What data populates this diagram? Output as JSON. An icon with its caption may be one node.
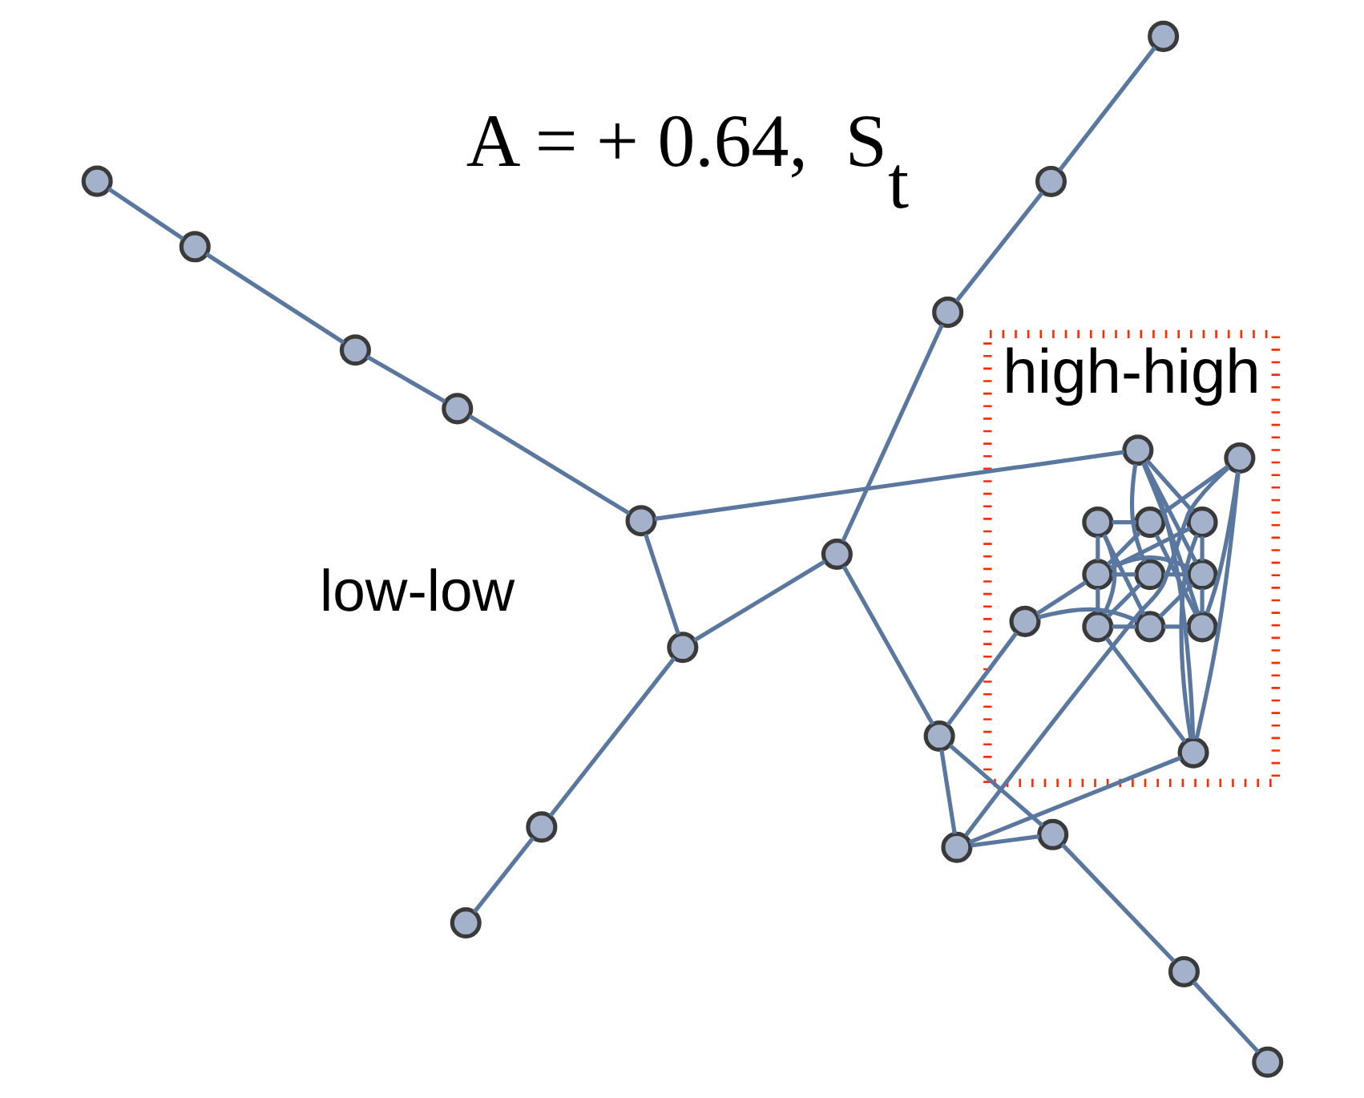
{
  "diagram": {
    "nodes": [
      {
        "text": [
          "high-high"
        ]
      },
      {
        "text": [],
        "shape": "circle",
        "in": 0
      },
      {
        "text": [],
        "shape": "circle",
        "in": 0
      },
      {
        "text": [],
        "shape": "circle",
        "in": 0
      },
      {
        "text": [],
        "shape": "circle",
        "in": 0
      },
      {
        "text": [],
        "shape": "circle",
        "in": 0
      },
      {
        "text": [],
        "shape": "circle",
        "in": 0
      },
      {
        "text": [],
        "shape": "circle",
        "in": 0
      },
      {
        "text": [],
        "shape": "circle",
        "in": 0
      },
      {
        "text": [],
        "shape": "circle",
        "in": 0
      },
      {
        "text": [],
        "shape": "circle",
        "in": 0
      },
      {
        "text": [],
        "shape": "circle",
        "in": 0
      },
      {
        "text": [],
        "shape": "circle",
        "in": 0
      },
      {
        "text": [],
        "shape": "circle",
        "in": 0
      },
      {
        "text": [],
        "shape": "circle"
      },
      {
        "text": [],
        "shape": "circle"
      },
      {
        "text": [],
        "shape": "circle"
      },
      {
        "text": [],
        "shape": "circle"
      },
      {
        "text": [],
        "shape": "circle"
      },
      {
        "text": [],
        "shape": "circle"
      },
      {
        "text": [],
        "shape": "circle"
      },
      {
        "text": [],
        "shape": "circle"
      },
      {
        "text": [],
        "shape": "circle"
      },
      {
        "text": [],
        "shape": "circle"
      },
      {
        "text": [],
        "shape": "circle"
      },
      {
        "text": [],
        "shape": "circle"
      },
      {
        "text": [],
        "shape": "circle"
      },
      {
        "text": [],
        "shape": "circle"
      },
      {
        "text": [],
        "shape": "circle"
      },
      {
        "text": [],
        "shape": "circle"
      },
      {
        "text": [],
        "shape": "circle"
      }
    ],
    "edges": [
      {
        "from": 1,
        "to": 2,
        "arrow": "none"
      },
      {
        "from": 1,
        "to": 3,
        "arrow": "none"
      },
      {
        "from": 1,
        "to": 10,
        "arrow": "none"
      },
      {
        "from": 1,
        "to": 7,
        "arrow": "none"
      },
      {
        "from": 2,
        "to": 3,
        "arrow": "none"
      },
      {
        "from": 2,
        "to": 4,
        "arrow": "none"
      },
      {
        "from": 3,
        "to": 4,
        "arrow": "none"
      },
      {
        "from": 3,
        "to": 5,
        "arrow": "none"
      },
      {
        "from": 3,
        "to": 8,
        "arrow": "none"
      },
      {
        "from": 3,
        "to": 11,
        "arrow": "none"
      },
      {
        "from": 3,
        "to": 9,
        "arrow": "none"
      },
      {
        "from": 4,
        "to": 5,
        "arrow": "none"
      },
      {
        "from": 6,
        "to": 4,
        "arrow": "none"
      },
      {
        "from": 6,
        "to": 7,
        "arrow": "none"
      },
      {
        "from": 6,
        "to": 8,
        "arrow": "none"
      },
      {
        "from": 6,
        "to": 11,
        "arrow": "none"
      },
      {
        "from": 7,
        "to": 8,
        "arrow": "none"
      },
      {
        "from": 7,
        "to": 10,
        "arrow": "none"
      },
      {
        "from": 7,
        "to": 12,
        "arrow": "none"
      },
      {
        "from": 10,
        "to": 13,
        "arrow": "none"
      },
      {
        "from": 8,
        "to": 12,
        "arrow": "none"
      },
      {
        "from": 9,
        "to": 12,
        "arrow": "none"
      },
      {
        "from": 5,
        "to": 12,
        "arrow": "none"
      },
      {
        "from": 5,
        "to": 8,
        "arrow": "none"
      },
      {
        "from": 13,
        "to": 12,
        "arrow": "none"
      },
      {
        "from": 13,
        "to": 9,
        "arrow": "none"
      },
      {
        "from": 4,
        "to": 13,
        "arrow": "none"
      },
      {
        "from": 8,
        "to": 9,
        "arrow": "none"
      },
      {
        "from": 2,
        "to": 6,
        "arrow": "none"
      },
      {
        "from": 14,
        "to": 10,
        "arrow": "none"
      },
      {
        "from": 14,
        "to": 13,
        "arrow": "none"
      },
      {
        "from": 14,
        "to": 16,
        "arrow": "none"
      },
      {
        "from": 14,
        "to": 15,
        "arrow": "none"
      },
      {
        "from": 16,
        "to": 15,
        "arrow": "none"
      },
      {
        "from": 16,
        "to": 17,
        "arrow": "none"
      },
      {
        "from": 17,
        "to": 18,
        "arrow": "none"
      },
      {
        "from": 11,
        "to": 15,
        "arrow": "none"
      },
      {
        "from": 15,
        "to": 19,
        "arrow": "none"
      },
      {
        "from": 19,
        "to": 20,
        "arrow": "none"
      },
      {
        "from": 20,
        "to": 21,
        "arrow": "none"
      },
      {
        "from": 21,
        "to": 22,
        "arrow": "none"
      },
      {
        "from": 19,
        "to": 23,
        "arrow": "none"
      },
      {
        "from": 23,
        "to": 24,
        "arrow": "none"
      },
      {
        "from": 24,
        "to": 25,
        "arrow": "none"
      },
      {
        "from": 12,
        "to": 26,
        "arrow": "none"
      },
      {
        "from": 26,
        "to": 20,
        "arrow": "none"
      },
      {
        "from": 26,
        "to": 27,
        "arrow": "none"
      },
      {
        "from": 27,
        "to": 28,
        "arrow": "none"
      },
      {
        "from": 28,
        "to": 29,
        "arrow": "none"
      },
      {
        "from": 29,
        "to": 30,
        "arrow": "none"
      }
    ],
    "labels": [
      "low-low",
      "A = + 0.64,  S$_{t}$"
    ]
  }
}
